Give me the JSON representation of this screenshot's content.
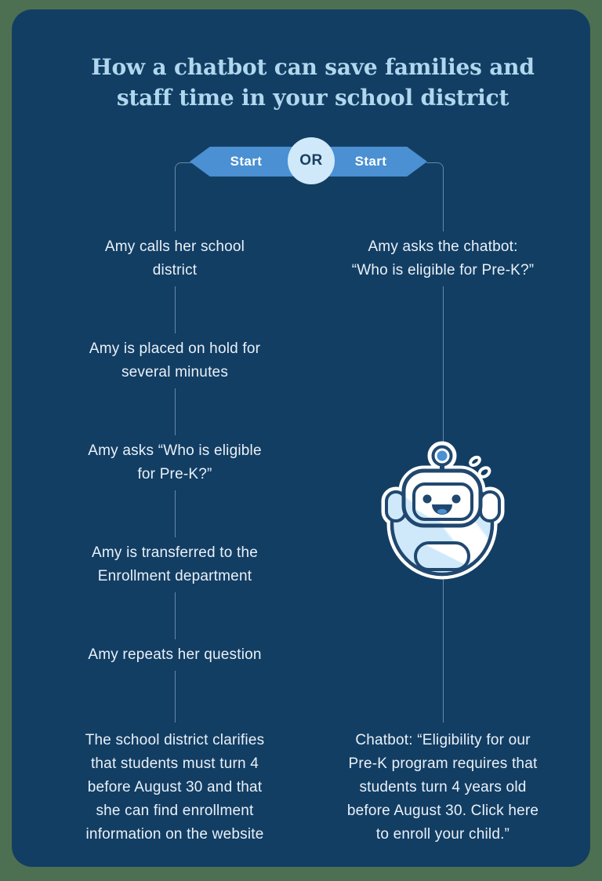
{
  "title": "How a chatbot can save families and\nstaff time in your school district",
  "banner": {
    "left_label": "Start",
    "connector_label": "OR",
    "right_label": "Start"
  },
  "left_column": {
    "name": "phone-call-path",
    "steps": [
      {
        "text": "Amy calls her school\ndistrict"
      },
      {
        "text": "Amy is placed on hold for\nseveral minutes"
      },
      {
        "text": "Amy asks “Who is eligible\nfor Pre-K?”"
      },
      {
        "text": "Amy is transferred to the\nEnrollment department"
      },
      {
        "text": "Amy repeats her question"
      },
      {
        "text": "The school district clarifies\nthat students must turn 4\nbefore August 30 and that\nshe can find enrollment\ninformation on the website"
      }
    ]
  },
  "right_column": {
    "name": "chatbot-path",
    "icon": "chatbot-robot-icon",
    "steps": [
      {
        "text": "Amy asks the chatbot:\n“Who is eligible for Pre-K?”"
      },
      {
        "text": "Chatbot: “Eligibility for our\nPre-K program requires that\nstudents turn 4 years old\nbefore August 30. Click here\nto enroll your child.”"
      }
    ]
  },
  "colors": {
    "outer_background": "#4d7052",
    "card_background": "#133e63",
    "title_text": "#b0d7ee",
    "body_text": "#e9f1f9",
    "banner_blue": "#4a90d2",
    "or_circle_fill": "#cfe9fa",
    "or_text": "#1c3e61",
    "flow_line": "#a5c7e4",
    "robot_outline": "#20486f",
    "robot_light_blue": "#cfe9fb",
    "robot_accent_blue": "#4a90d2"
  }
}
